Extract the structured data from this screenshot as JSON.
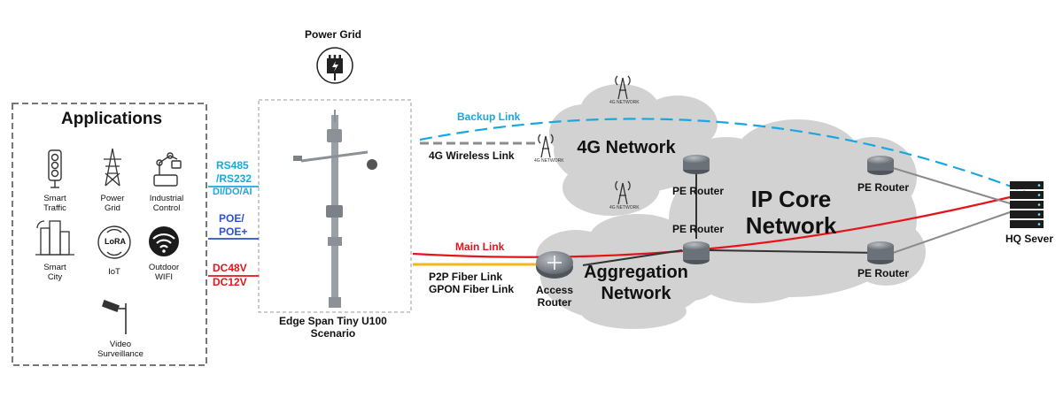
{
  "applications": {
    "title": "Applications",
    "items": [
      {
        "label": "Smart\nTraffic",
        "icon": "traffic-light-icon"
      },
      {
        "label": "Power\nGrid",
        "icon": "power-tower-icon"
      },
      {
        "label": "Industrial\nControl",
        "icon": "robot-arm-icon"
      },
      {
        "label": "Smart\nCity",
        "icon": "city-buildings-icon"
      },
      {
        "label": "IoT",
        "icon": "lora-icon"
      },
      {
        "label": "Outdoor\nWIFI",
        "icon": "wifi-icon"
      },
      {
        "label": "Video\nSurveillance",
        "icon": "cctv-camera-icon"
      }
    ],
    "lora_text": "LoRA"
  },
  "interfaces": {
    "rs485": "RS485",
    "rs232": "/RS232",
    "dido": "DI/DO/AI",
    "poe": "POE/",
    "poe_plus": "POE+",
    "dc48": "DC48V",
    "dc12": "DC12V"
  },
  "power_grid": {
    "label": "Power Grid",
    "icon": "power-plug-icon"
  },
  "edge": {
    "label": "Edge Span Tiny U100\nScenario"
  },
  "links": {
    "backup": "Backup Link",
    "wireless": "4G Wireless Link",
    "main": "Main Link",
    "p2p": "P2P Fiber Link",
    "gpon": "GPON Fiber Link"
  },
  "networks": {
    "net4g": "4G Network",
    "ipcore": "IP Core\nNetwork",
    "aggregation": "Aggregation\nNetwork",
    "tower_text": "4G NETWORK"
  },
  "nodes": {
    "pe_router": "PE Router",
    "access_router": "Access\nRouter",
    "hq_server": "HQ Sever"
  },
  "colors": {
    "backup": "#1aa7e0",
    "main": "#e3151a",
    "fiber": "#f2b51c",
    "wireless": "#8c8c8c",
    "iface_blue": "#1aa7e0",
    "iface_darkblue": "#2b4fd6",
    "iface_red": "#e3151a",
    "cloud": "#cfcfcf"
  }
}
